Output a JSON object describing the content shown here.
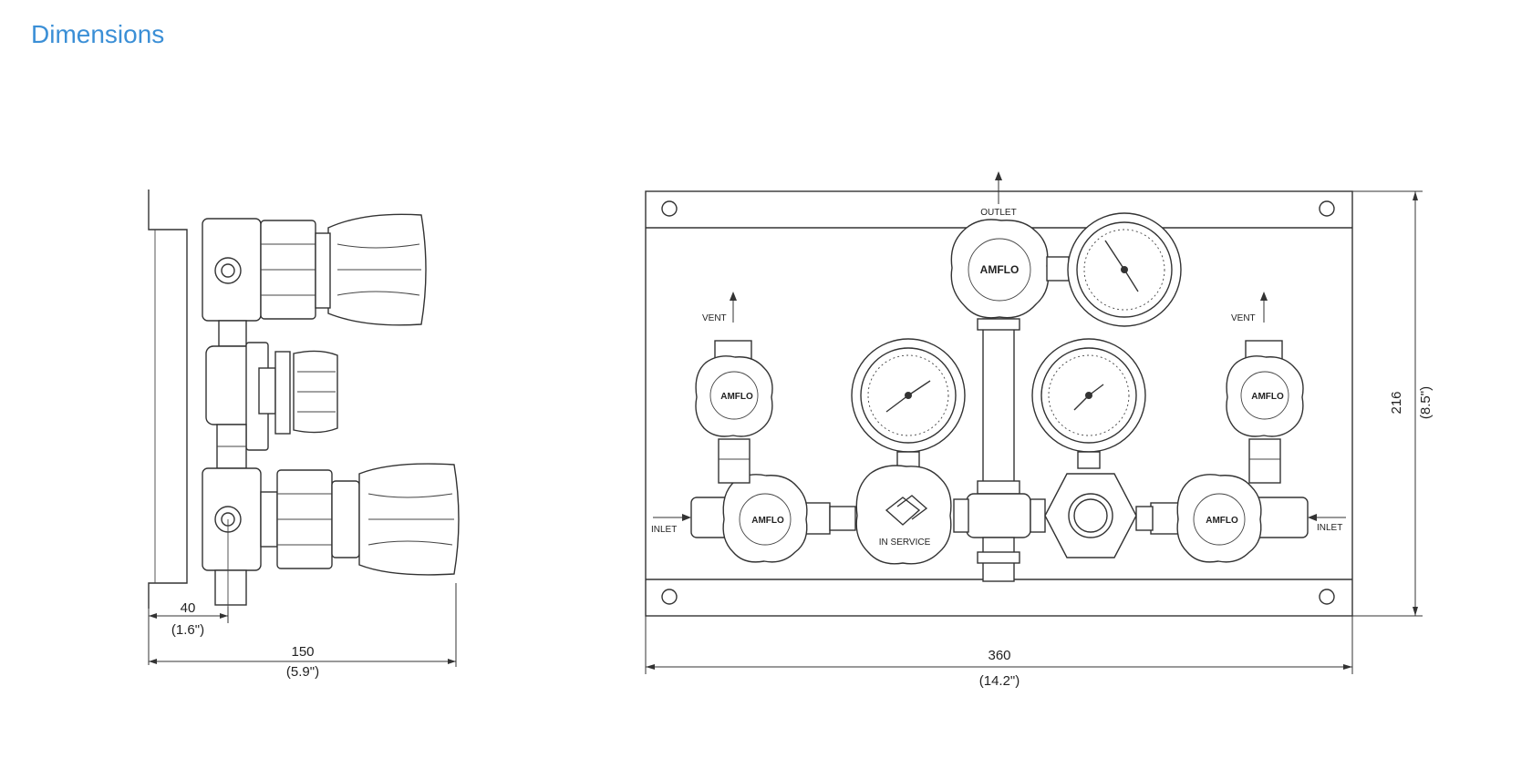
{
  "title": "Dimensions",
  "side_view": {
    "dim_offset_mm": "40",
    "dim_offset_in": "(1.6\")",
    "dim_depth_mm": "150",
    "dim_depth_in": "(5.9\")"
  },
  "front_view": {
    "outlet_label": "OUTLET",
    "vent_left_label": "VENT",
    "vent_right_label": "VENT",
    "inlet_left_label": "INLET",
    "inlet_right_label": "INLET",
    "brand": "AMFLO",
    "in_service_label": "IN SERVICE",
    "dim_width_mm": "360",
    "dim_width_in": "(14.2\")",
    "dim_height_mm": "216",
    "dim_height_in": "(8.5\")"
  }
}
